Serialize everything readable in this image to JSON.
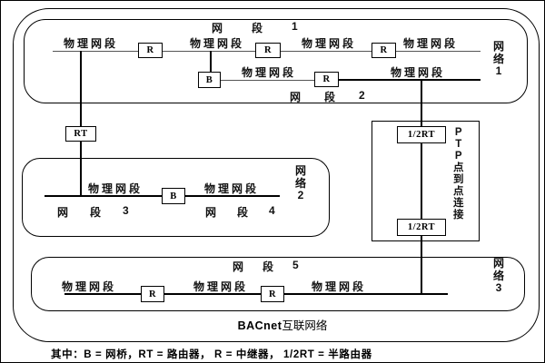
{
  "labels": {
    "physical_segment": "物理网段",
    "repeater": "R",
    "bridge": "B",
    "router": "RT",
    "half_router": "1/2RT"
  },
  "segments": {
    "seg1": {
      "c1": "网",
      "c2": "段",
      "num": "1"
    },
    "seg2": {
      "c1": "网",
      "c2": "段",
      "num": "2"
    },
    "seg3": {
      "c1": "网",
      "c2": "段",
      "num": "3"
    },
    "seg4": {
      "c1": "网",
      "c2": "段",
      "num": "4"
    },
    "seg5": {
      "c1": "网",
      "c2": "段",
      "num": "5"
    }
  },
  "networks": {
    "net1": {
      "chars": [
        "网",
        "络",
        "1"
      ]
    },
    "net2": {
      "chars": [
        "网",
        "络",
        "2"
      ]
    },
    "net3": {
      "chars": [
        "网",
        "络",
        "3"
      ]
    }
  },
  "ptp": {
    "chars": [
      "P",
      "T",
      "P",
      "点",
      "到",
      "点",
      "连",
      "接"
    ]
  },
  "caption": {
    "bold": "BACnet",
    "rest": "互联网络"
  },
  "legend": {
    "text": "其中：B = 网桥，RT = 路由器， R = 中继器， 1/2RT = 半路由器"
  },
  "colors": {
    "line": "#000000",
    "thin_line": "#555555",
    "background": "#ffffff"
  }
}
